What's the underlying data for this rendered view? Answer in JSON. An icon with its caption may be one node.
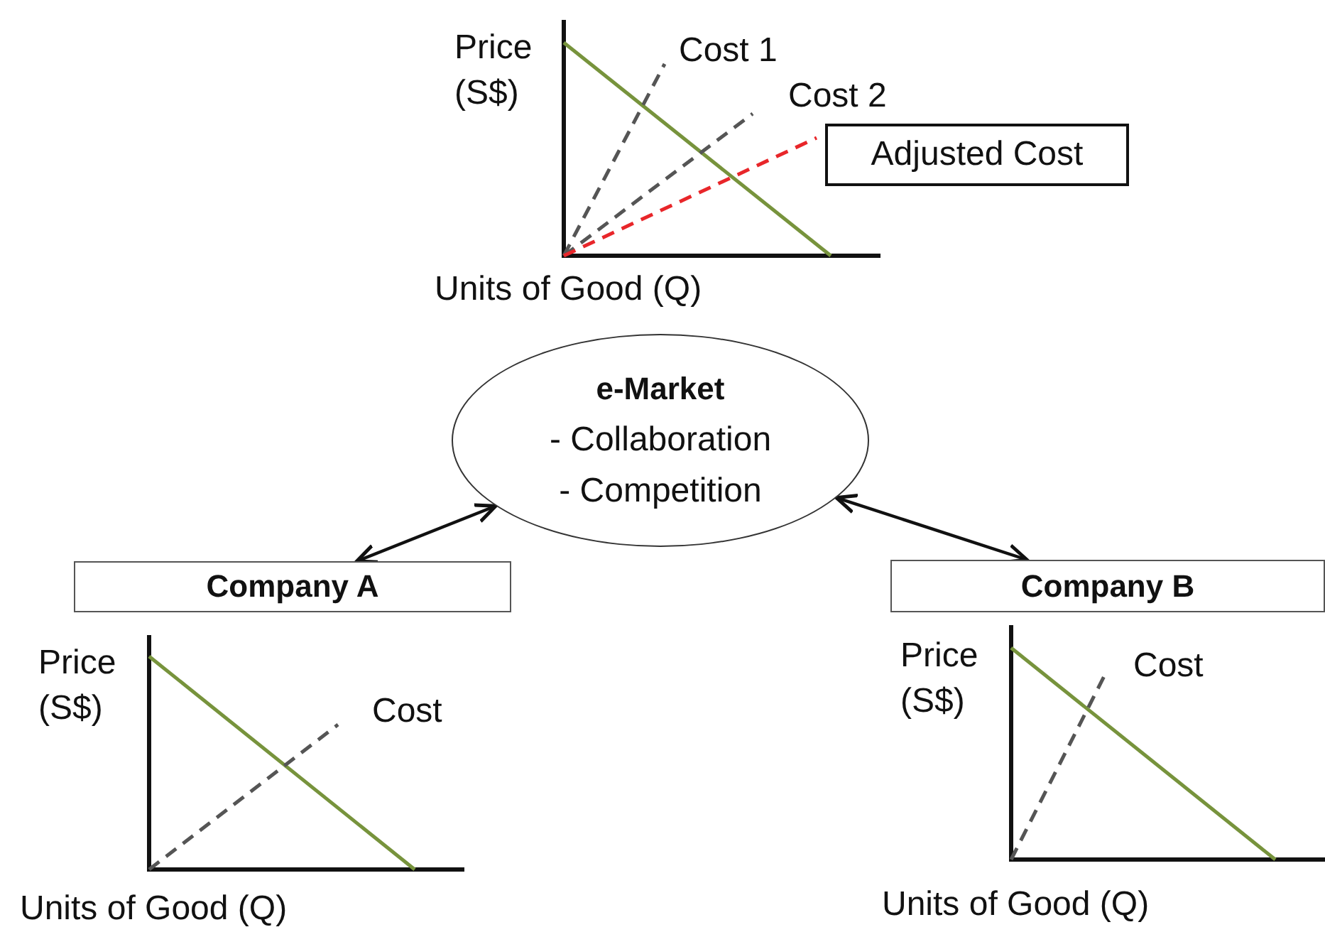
{
  "diagram": {
    "nodes": [
      {
        "text": [
          "e-Market",
          "- Collaboration",
          "- Competition"
        ]
      },
      {
        "text": [
          "Company A"
        ]
      },
      {
        "text": [
          "Company B"
        ]
      },
      {
        "text": [
          "Adjusted Cost"
        ]
      }
    ],
    "edges": [
      {
        "from": 0,
        "to": 1,
        "arrow": "both"
      },
      {
        "from": 0,
        "to": 2,
        "arrow": "both"
      }
    ],
    "labels": [
      "Price (S$)",
      "Cost 1",
      "Cost 2",
      "Units of Good (Q)",
      "Price (S$)",
      "Cost",
      "Price (S$)",
      "Cost",
      "Units of Good (Q)",
      "Units of Good (Q)"
    ]
  }
}
